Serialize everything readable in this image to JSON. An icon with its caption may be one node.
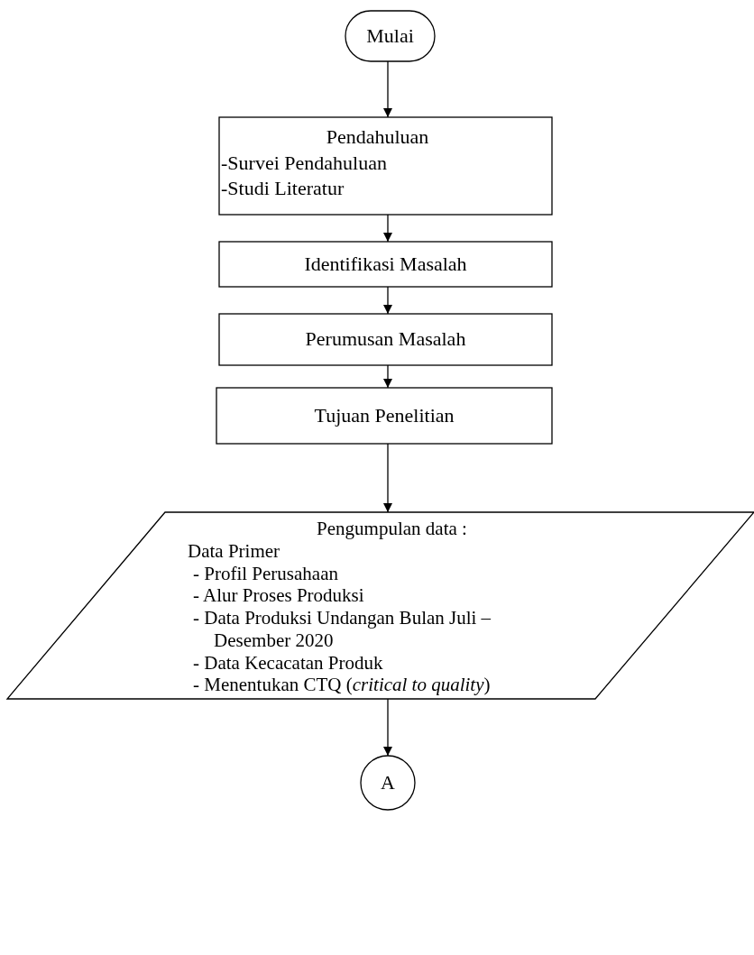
{
  "diagram": {
    "nodes": [
      {
        "text": [
          "Mulai"
        ]
      },
      {
        "text": [
          "Pendahuluan",
          "-Survei Pendahuluan",
          "-Studi Literatur"
        ]
      },
      {
        "text": [
          "Identifikasi Masalah"
        ]
      },
      {
        "text": [
          "Perumusan Masalah"
        ]
      },
      {
        "text": [
          "Tujuan Penelitian"
        ]
      },
      {
        "text": [
          "Pengumpulan data :",
          "Data Primer",
          "- Profil Perusahaan",
          "- Alur Proses Produksi",
          "- Data Produksi Undangan Bulan Juli – Desember 2020",
          "- Data Kecacatan Produk",
          "- Menentukan CTQ (*critical to quality*)"
        ]
      },
      {
        "text": [
          "A"
        ]
      }
    ],
    "edges": [
      {
        "from": 0,
        "to": 1,
        "arrow": "to"
      },
      {
        "from": 1,
        "to": 2,
        "arrow": "to"
      },
      {
        "from": 2,
        "to": 3,
        "arrow": "to"
      },
      {
        "from": 3,
        "to": 4,
        "arrow": "to"
      },
      {
        "from": 4,
        "to": 5,
        "arrow": "to"
      },
      {
        "from": 5,
        "to": 6,
        "arrow": "to"
      }
    ]
  }
}
